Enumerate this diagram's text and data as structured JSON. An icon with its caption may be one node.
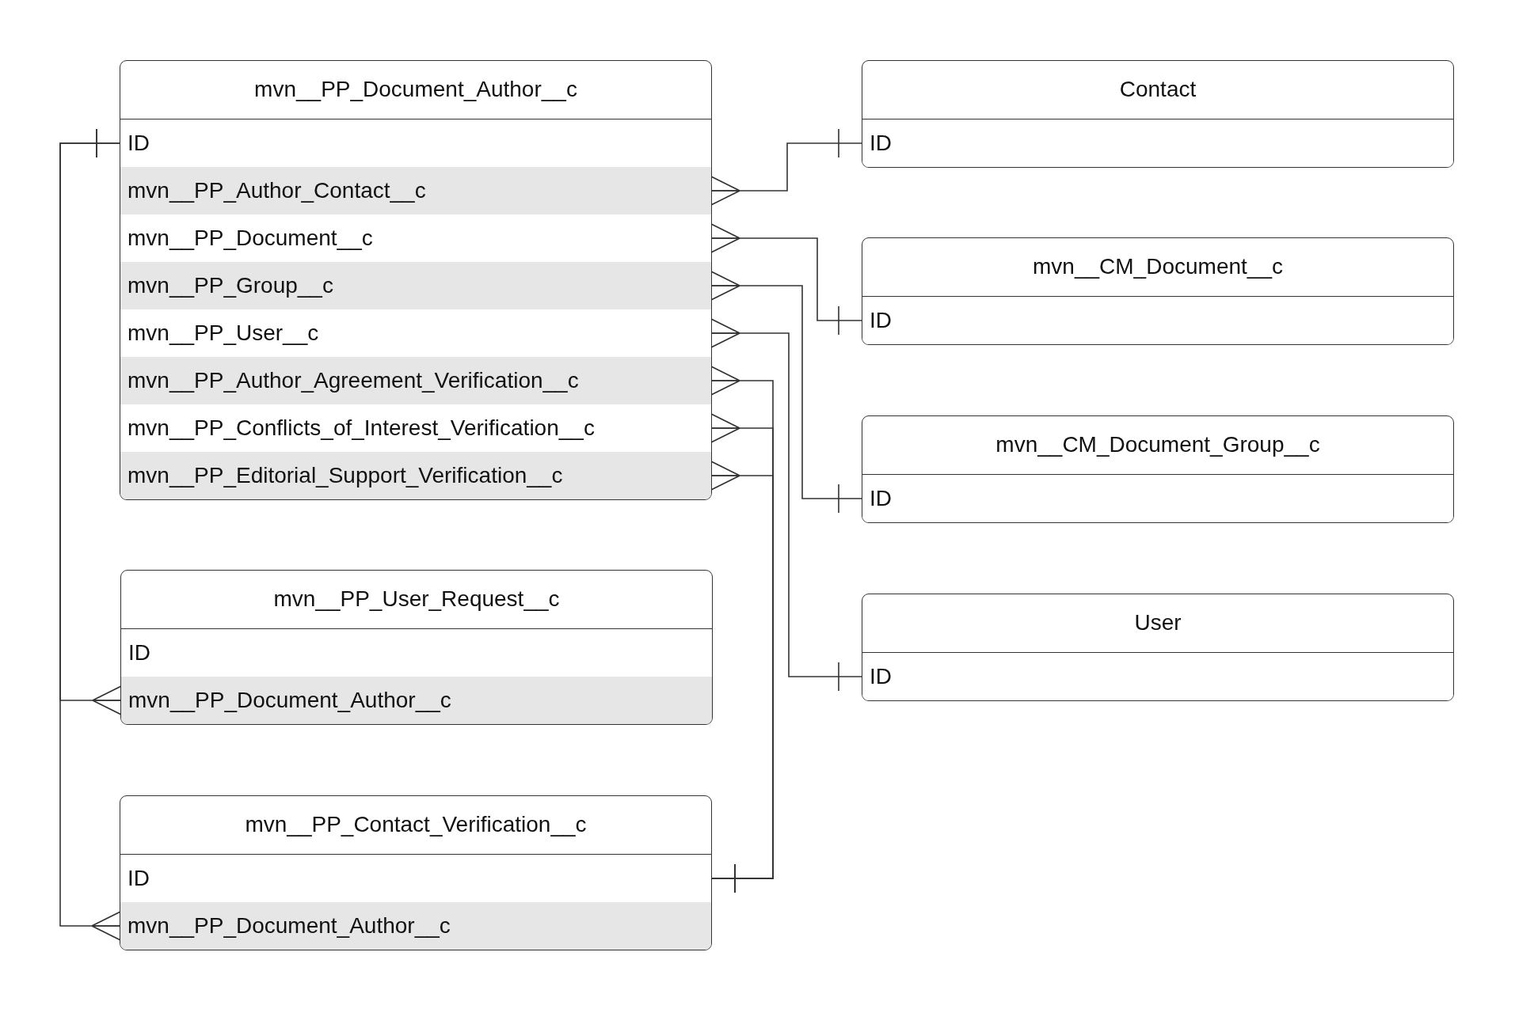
{
  "diagram": {
    "nodes": [
      {
        "text": [
          "mvn__PP_Document_Author__c"
        ]
      },
      {
        "text": [
          "ID"
        ],
        "in": 0
      },
      {
        "text": [
          "mvn__PP_Author_Contact__c"
        ],
        "in": 0
      },
      {
        "text": [
          "mvn__PP_Document__c"
        ],
        "in": 0
      },
      {
        "text": [
          "mvn__PP_Group__c"
        ],
        "in": 0
      },
      {
        "text": [
          "mvn__PP_User__c"
        ],
        "in": 0
      },
      {
        "text": [
          "mvn__PP_Author_Agreement_Verification__c"
        ],
        "in": 0
      },
      {
        "text": [
          "mvn__PP_Conflicts_of_Interest_Verification__c"
        ],
        "in": 0
      },
      {
        "text": [
          "mvn__PP_Editorial_Support_Verification__c"
        ],
        "in": 0
      },
      {
        "text": [
          "Contact"
        ]
      },
      {
        "text": [
          "ID"
        ],
        "in": 9
      },
      {
        "text": [
          "mvn__CM_Document__c"
        ]
      },
      {
        "text": [
          "ID"
        ],
        "in": 11
      },
      {
        "text": [
          "mvn__CM_Document_Group__c"
        ]
      },
      {
        "text": [
          "ID"
        ],
        "in": 13
      },
      {
        "text": [
          "User"
        ]
      },
      {
        "text": [
          "ID"
        ],
        "in": 15
      },
      {
        "text": [
          "mvn__PP_User_Request__c"
        ]
      },
      {
        "text": [
          "ID"
        ],
        "in": 17
      },
      {
        "text": [
          "mvn__PP_Document_Author__c"
        ],
        "in": 17
      },
      {
        "text": [
          "mvn__PP_Contact_Verification__c"
        ]
      },
      {
        "text": [
          "ID"
        ],
        "in": 20
      },
      {
        "text": [
          "mvn__PP_Document_Author__c"
        ],
        "in": 20
      }
    ],
    "edges": [
      {
        "from": 2,
        "to": 10,
        "arrow": "other"
      },
      {
        "from": 3,
        "to": 12,
        "arrow": "other"
      },
      {
        "from": 4,
        "to": 14,
        "arrow": "other"
      },
      {
        "from": 5,
        "to": 16,
        "arrow": "other"
      },
      {
        "from": 6,
        "to": 21,
        "arrow": "other"
      },
      {
        "from": 7,
        "to": 21,
        "arrow": "other"
      },
      {
        "from": 8,
        "to": 21,
        "arrow": "other"
      },
      {
        "from": 19,
        "to": 1,
        "arrow": "other"
      },
      {
        "from": 22,
        "to": 1,
        "arrow": "other"
      }
    ]
  }
}
